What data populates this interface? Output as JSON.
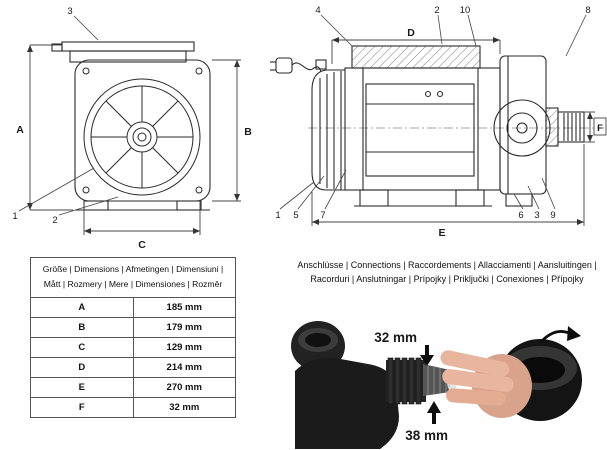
{
  "front_view": {
    "dim_a": "A",
    "dim_b": "B",
    "dim_c": "C",
    "callout_1": "1",
    "callout_2": "2",
    "callout_3": "3"
  },
  "side_view": {
    "dim_d": "D",
    "dim_e": "E",
    "dim_f": "F",
    "callout_top_4": "4",
    "callout_top_2": "2",
    "callout_top_10": "10",
    "callout_top_8": "8",
    "callout_bottom_1": "1",
    "callout_bottom_5": "5",
    "callout_bottom_7": "7",
    "callout_bottom_6": "6",
    "callout_bottom_3": "3",
    "callout_bottom_9": "9"
  },
  "dimensions_table": {
    "header": "Größe | Dimensions | Afmetingen | Dimensiuni | Mått | Rozmery | Mere | Dimensiones | Rozměr",
    "rows": [
      {
        "label": "A",
        "value": "185 mm"
      },
      {
        "label": "B",
        "value": "179 mm"
      },
      {
        "label": "C",
        "value": "129 mm"
      },
      {
        "label": "D",
        "value": "214 mm"
      },
      {
        "label": "E",
        "value": "270 mm"
      },
      {
        "label": "F",
        "value": "32 mm"
      }
    ]
  },
  "connections": {
    "header": "Anschlüsse | Connections | Raccordements | Allacciamenti | Aansluitingen | Racorduri | Anslutningar | Prípojky | Priključki | Conexiones | Přípojky",
    "photo": {
      "top_label": "32 mm",
      "bottom_label": "38 mm"
    }
  },
  "colors": {
    "drawing_line": "#2a2a2a",
    "dimension_line": "#444444",
    "photo_dark": "#1b1b1b",
    "skin_tone": "#e8b59e",
    "label_text": "#111111"
  }
}
